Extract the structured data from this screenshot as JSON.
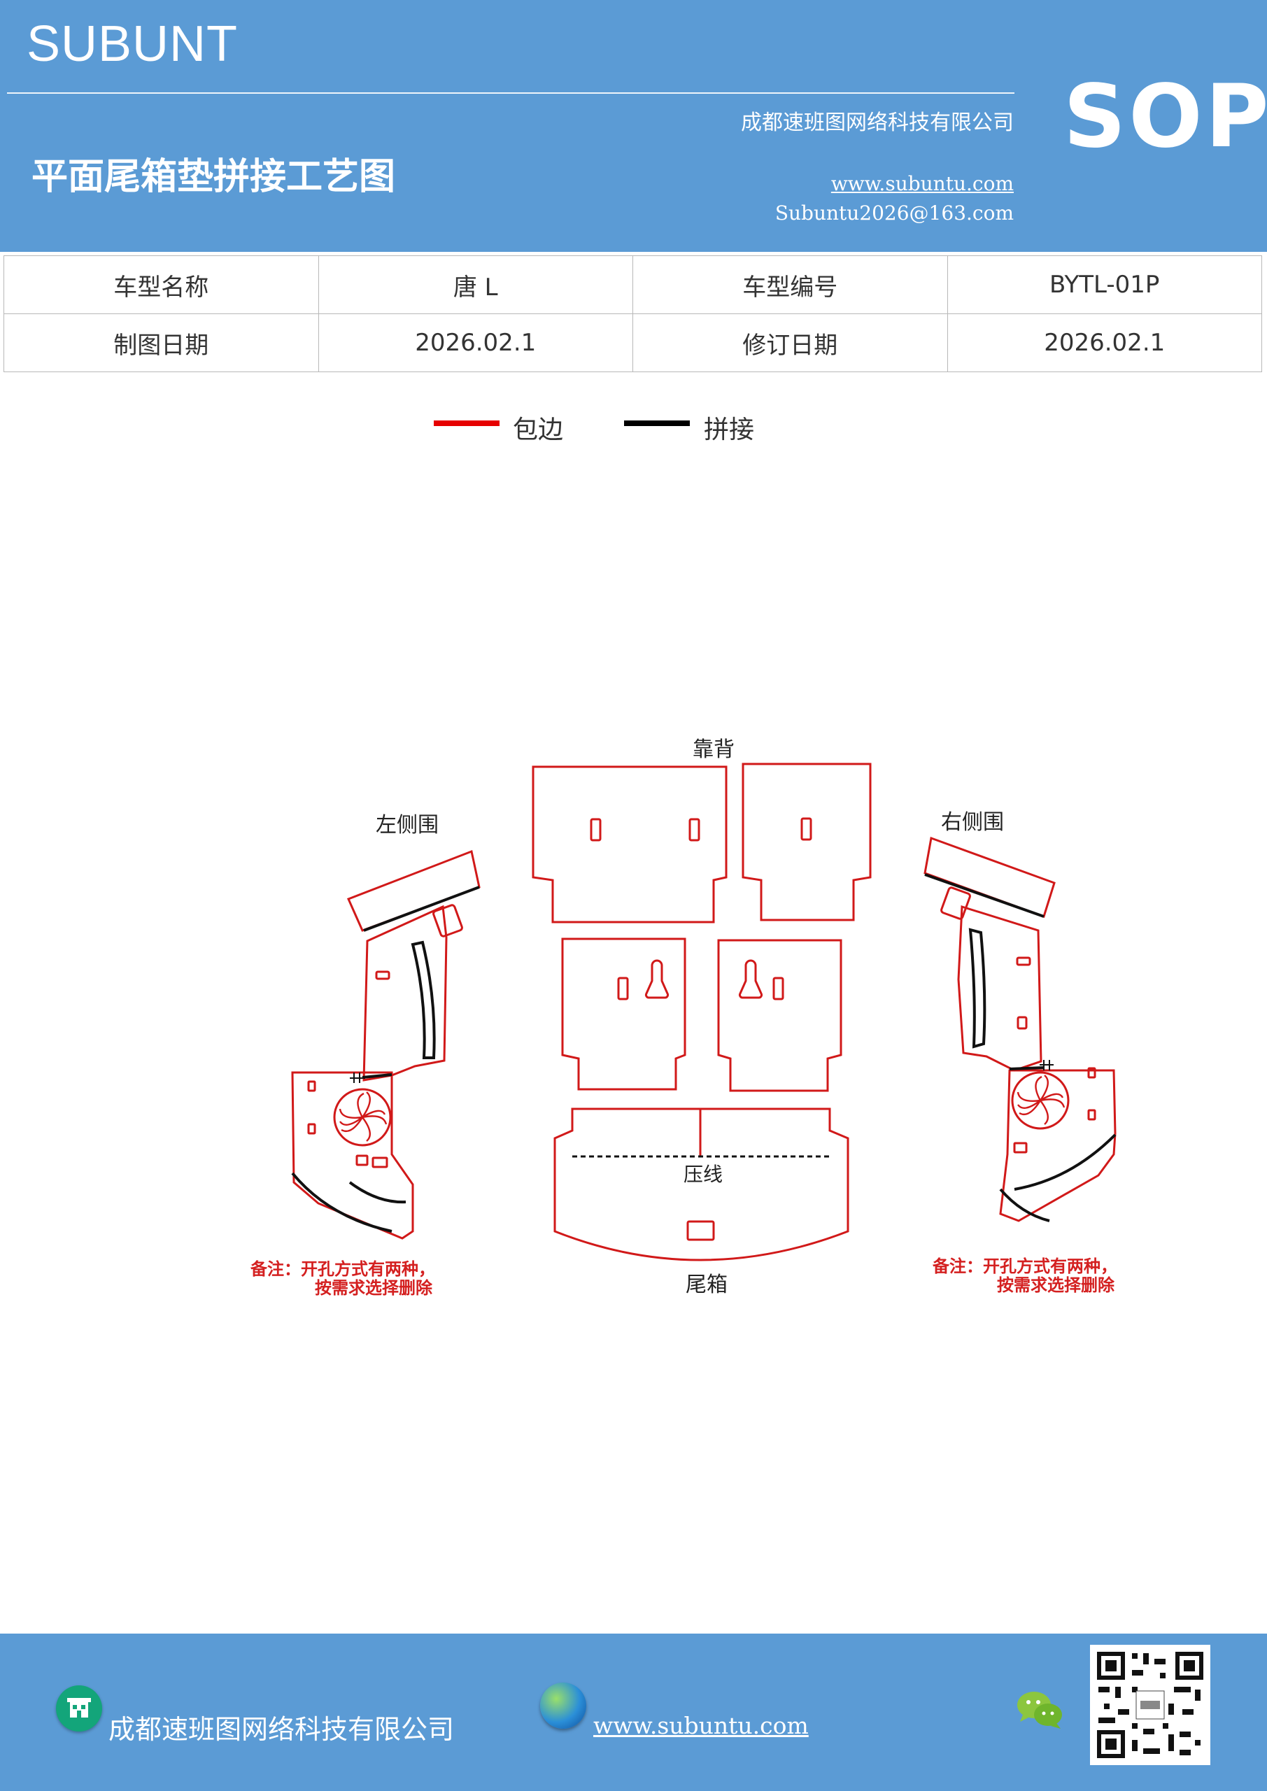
{
  "header": {
    "brand": "SUBUNT",
    "company": "成都速班图网络科技有限公司",
    "title": "平面尾箱垫拼接工艺图",
    "website": "www.subuntu.com",
    "email": "Subuntu2026@163.com",
    "badge": "SOP"
  },
  "info_table": {
    "row1": [
      "车型名称",
      "唐 L",
      "车型编号",
      "BYTL-01P"
    ],
    "row2": [
      "制图日期",
      "2026.02.1",
      "修订日期",
      "2026.02.1"
    ]
  },
  "legend": {
    "items": [
      {
        "label": "包边",
        "color": "#e60000"
      },
      {
        "label": "拼接",
        "color": "#000000"
      }
    ]
  },
  "diagram": {
    "labels": {
      "backrest": "靠背",
      "left_side": "左侧围",
      "right_side": "右侧围",
      "trunk": "尾箱",
      "press_line": "压线"
    },
    "note_left": [
      "备注：开孔方式有两种，",
      "按需求选择删除"
    ],
    "note_right": [
      "备注：开孔方式有两种，",
      "按需求选择删除"
    ],
    "colors": {
      "edge": "#d11919",
      "splice": "#000000",
      "note": "#d42020"
    }
  },
  "footer": {
    "company": "成都速班图网络科技有限公司",
    "website": "www.subuntu.com",
    "icons": [
      "building-icon",
      "globe-icon",
      "wechat-icon",
      "qr-code"
    ]
  }
}
